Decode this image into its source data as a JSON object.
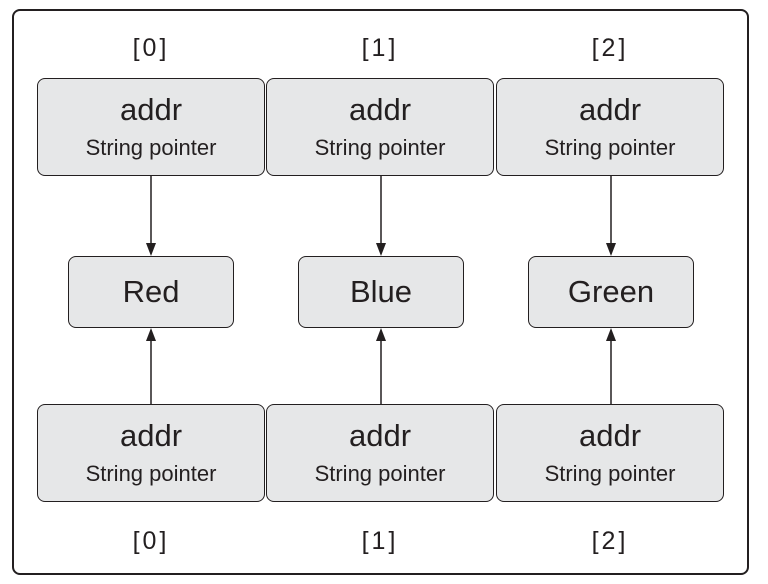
{
  "top_array": {
    "indices": [
      "[0]",
      "[1]",
      "[2]"
    ],
    "cells": [
      {
        "field": "addr",
        "type": "String pointer"
      },
      {
        "field": "addr",
        "type": "String pointer"
      },
      {
        "field": "addr",
        "type": "String pointer"
      }
    ]
  },
  "strings": [
    "Red",
    "Blue",
    "Green"
  ],
  "bottom_array": {
    "indices": [
      "[0]",
      "[1]",
      "[2]"
    ],
    "cells": [
      {
        "field": "addr",
        "type": "String pointer"
      },
      {
        "field": "addr",
        "type": "String pointer"
      },
      {
        "field": "addr",
        "type": "String pointer"
      }
    ]
  },
  "colors": {
    "box_fill": "#e6e7e8",
    "stroke": "#231f20"
  }
}
